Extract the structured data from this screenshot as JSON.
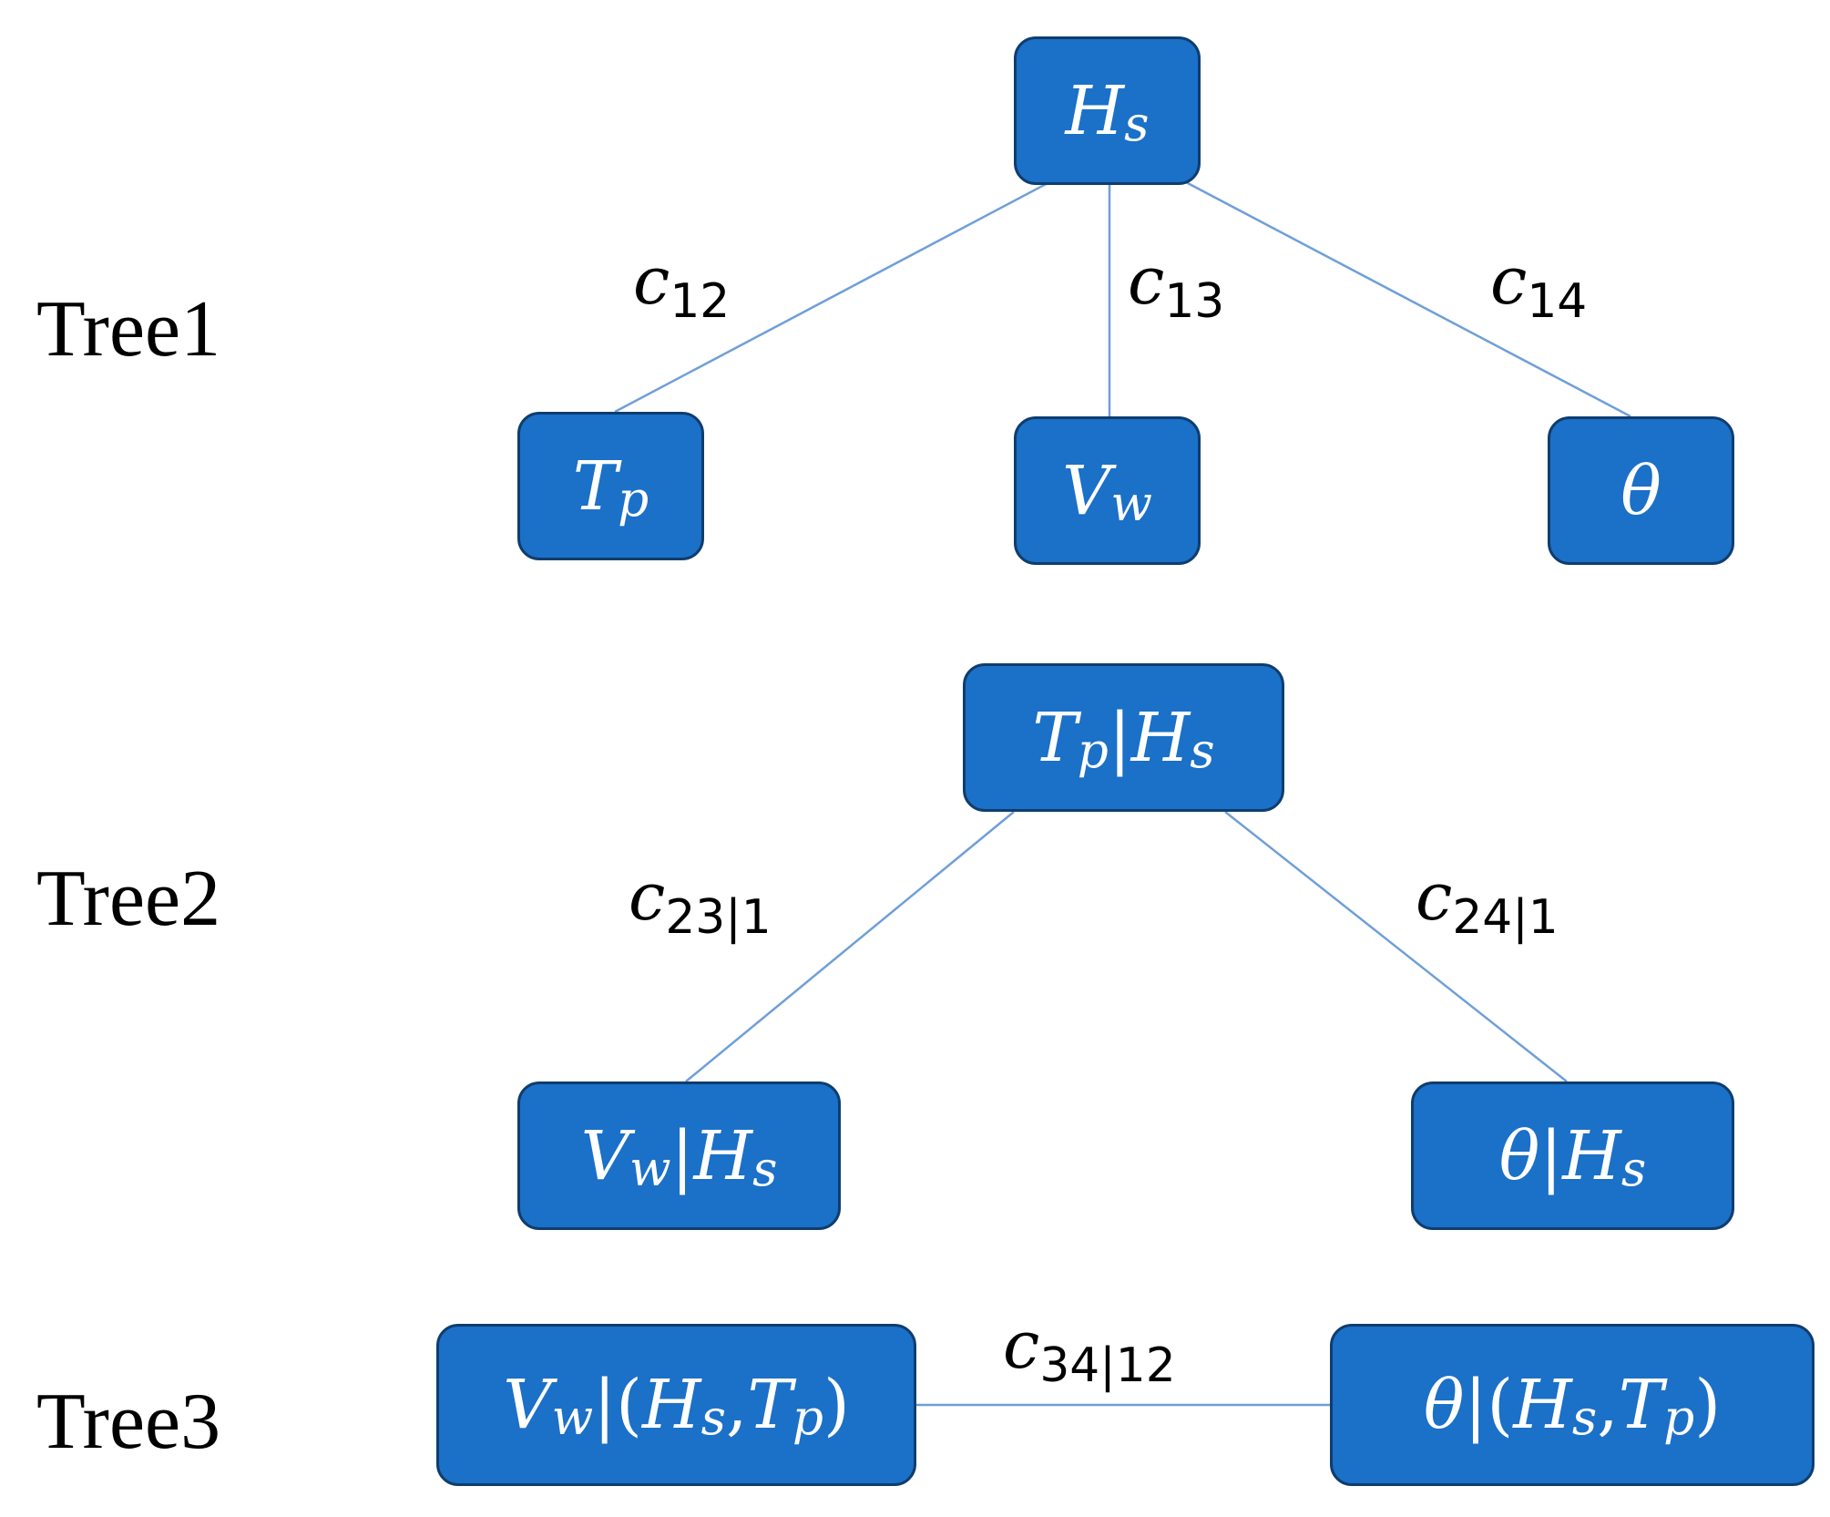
{
  "trees": {
    "tree1": {
      "label": "Tree1",
      "nodes": {
        "hs": {
          "base": "H",
          "sub": "s"
        },
        "tp": {
          "base": "T",
          "sub": "p"
        },
        "vw": {
          "base": "V",
          "sub": "w"
        },
        "theta": {
          "base": "θ"
        }
      },
      "edges": {
        "c12": {
          "base": "c",
          "sub": "12"
        },
        "c13": {
          "base": "c",
          "sub": "13"
        },
        "c14": {
          "base": "c",
          "sub": "14"
        }
      }
    },
    "tree2": {
      "label": "Tree2",
      "nodes": {
        "tp_hs": {
          "a": "T",
          "a_sub": "p",
          "sep": "|",
          "b": "H",
          "b_sub": "s"
        },
        "vw_hs": {
          "a": "V",
          "a_sub": "w",
          "sep": "|",
          "b": "H",
          "b_sub": "s"
        },
        "theta_hs": {
          "a": "θ",
          "sep": "|",
          "b": "H",
          "b_sub": "s"
        }
      },
      "edges": {
        "c23_1": {
          "base": "c",
          "sub": "23|1"
        },
        "c24_1": {
          "base": "c",
          "sub": "24|1"
        }
      }
    },
    "tree3": {
      "label": "Tree3",
      "nodes": {
        "vw_hs_tp": {
          "a": "V",
          "a_sub": "w",
          "open": "|(",
          "b": "H",
          "b_sub": "s",
          "comma": ",",
          "c": "T",
          "c_sub": "p",
          "close": ")"
        },
        "theta_hs_tp": {
          "a": "θ",
          "open": "|(",
          "b": "H",
          "b_sub": "s",
          "comma": ",",
          "c": "T",
          "c_sub": "p",
          "close": ")"
        }
      },
      "edges": {
        "c34_12": {
          "base": "c",
          "sub": "34|12"
        }
      }
    }
  },
  "colors": {
    "node_fill": "#1b70c8",
    "node_border": "#0f3d6e",
    "edge_line": "#6f9fd8",
    "node_text": "#ffffff",
    "label_text": "#000000"
  }
}
